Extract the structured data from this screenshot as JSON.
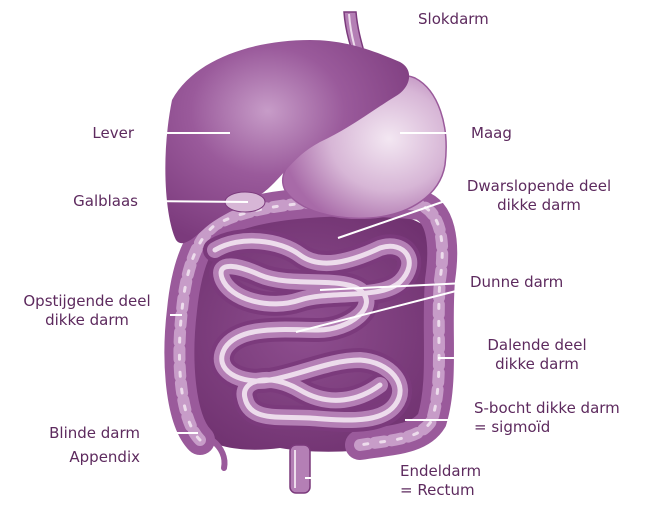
{
  "palette": {
    "background": "#ffffff",
    "organ_dark": "#7b3a7c",
    "organ_mid": "#9a5a9b",
    "organ_light": "#c79cc8",
    "highlight": "#eddcec",
    "leader_line": "#ffffff",
    "label_text": "#5d2a5e"
  },
  "labels": {
    "slokdarm": "Slokdarm",
    "lever": "Lever",
    "maag": "Maag",
    "galblaas": "Galblaas",
    "dwarslopende_1": "Dwarslopende deel",
    "dwarslopende_2": "dikke darm",
    "dunne_darm": "Dunne darm",
    "opstijgende_1": "Opstijgende deel",
    "opstijgende_2": "dikke darm",
    "dalende_1": "Dalende deel",
    "dalende_2": "dikke darm",
    "sbocht_1": "S-bocht dikke darm",
    "sbocht_2": "= sigmoïd",
    "blinde_darm": "Blinde darm",
    "appendix": "Appendix",
    "endeldarm_1": "Endeldarm",
    "endeldarm_2": "= Rectum"
  }
}
